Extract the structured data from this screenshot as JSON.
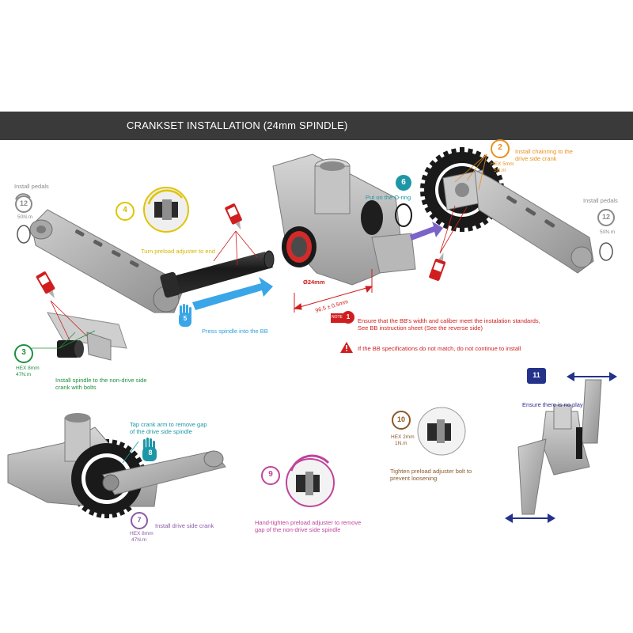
{
  "colors": {
    "header_bg": "#3a3a3a",
    "frame": "#b4b4b4",
    "frame_dark": "#7a7a7a",
    "black_part": "#1c1c1c",
    "red": "#d01e1e",
    "blue_arrow": "#3aa6e8",
    "purple_arrow": "#7b63c8",
    "navy_arrow": "#24328a"
  },
  "header": {
    "title": "CRANKSET INSTALLATION (24mm SPINDLE)"
  },
  "pedals_left": {
    "label": "Install pedals",
    "step": "12",
    "torque": "50N.m"
  },
  "pedals_right": {
    "label": "Install pedals",
    "step": "12",
    "torque": "50N.m"
  },
  "step1": {
    "step": "1",
    "tag": "NOTE",
    "text_line1": "Ensure that the BB's width and caliber meet the instalation standards,",
    "text_line2": "See BB instruction sheet (See the reverse side)",
    "warning": "If the BB specifications do not match, do not continue to install",
    "diameter": "Ø24mm",
    "width": "96.5 ± 0.5mm"
  },
  "step2": {
    "step": "2",
    "text_line1": "Install chainring to the",
    "text_line2": "drive side crank",
    "hex": "HEX 5mm",
    "torque": "5N.m"
  },
  "step3": {
    "step": "3",
    "hex": "HEX 8mm",
    "torque": "47N.m",
    "text_line1": "Install spindle to the non-drive side",
    "text_line2": "crank with bolts"
  },
  "step4": {
    "step": "4",
    "text": "Turn preload adjuster to end"
  },
  "step5": {
    "step": "5",
    "text": "Press spindle into the BB"
  },
  "step6": {
    "step": "6",
    "text": "Put on the O-ring"
  },
  "step7": {
    "step": "7",
    "hex": "HEX 8mm",
    "torque": "47N.m",
    "text": "Install drive side crank"
  },
  "step8": {
    "step": "8",
    "text_line1": "Tap crank arm to remove gap",
    "text_line2": "of the drive side spindle"
  },
  "step9": {
    "step": "9",
    "text_line1": "Hand-tighten preload adjuster to remove",
    "text_line2": "gap of the non-drive side spindle"
  },
  "step10": {
    "step": "10",
    "hex": "HEX 2mm",
    "torque": "1N.m",
    "text_line1": "Tighten preload adjuster bolt to",
    "text_line2": "prevent loosening"
  },
  "step11": {
    "step": "11",
    "text": "Ensure there is no play"
  }
}
